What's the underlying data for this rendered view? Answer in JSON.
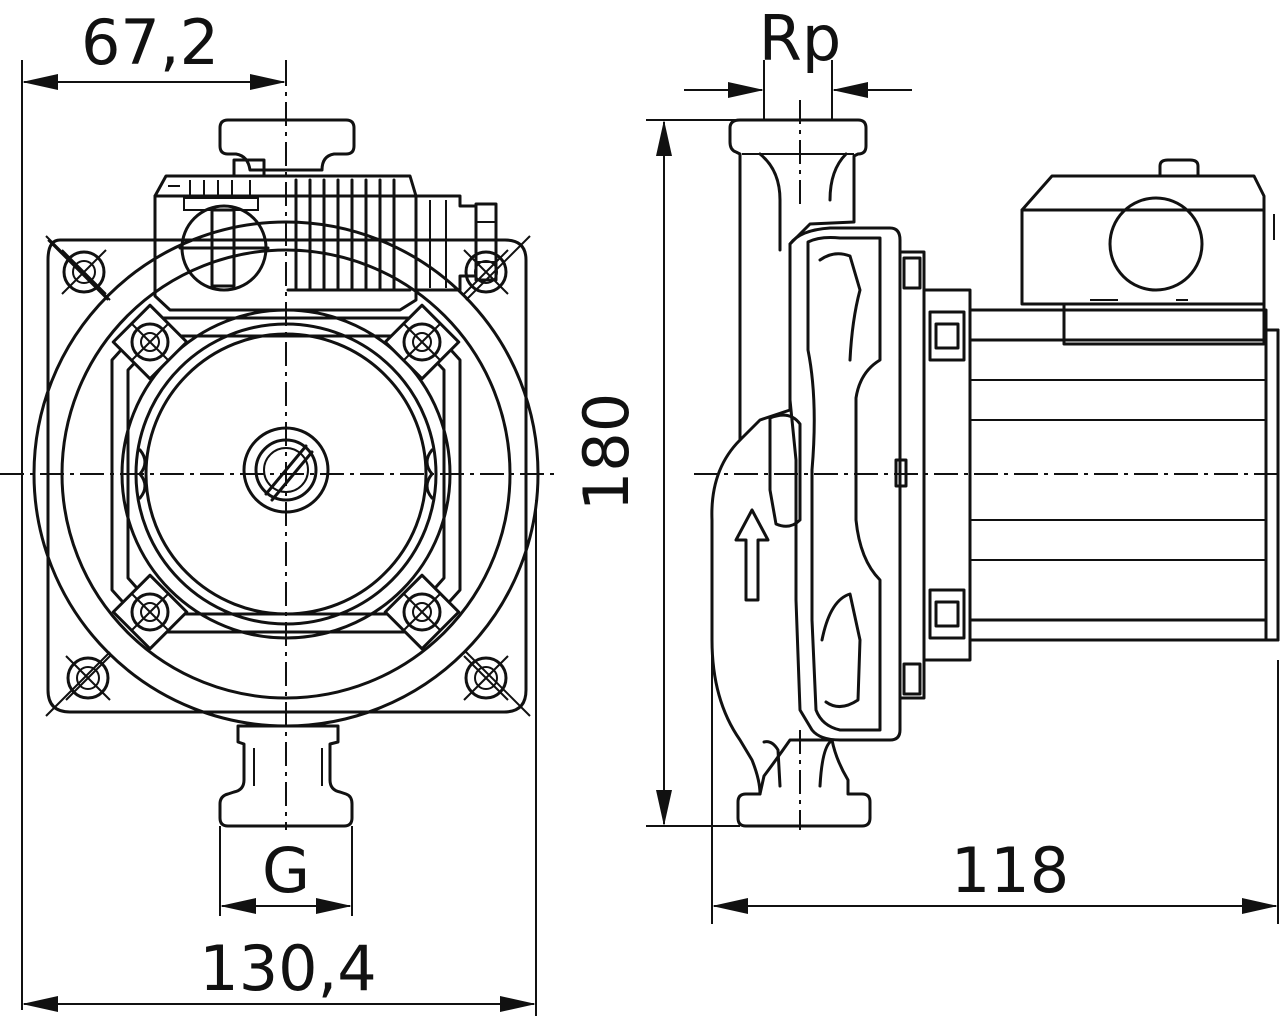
{
  "front_view": {
    "dim_width_half": "67,2",
    "dim_width_total": "130,4",
    "dim_port": "G"
  },
  "side_view": {
    "dim_height": "180",
    "dim_port": "Rp",
    "dim_depth": "118"
  },
  "colors": {
    "line": "#111111",
    "background": "#ffffff"
  }
}
